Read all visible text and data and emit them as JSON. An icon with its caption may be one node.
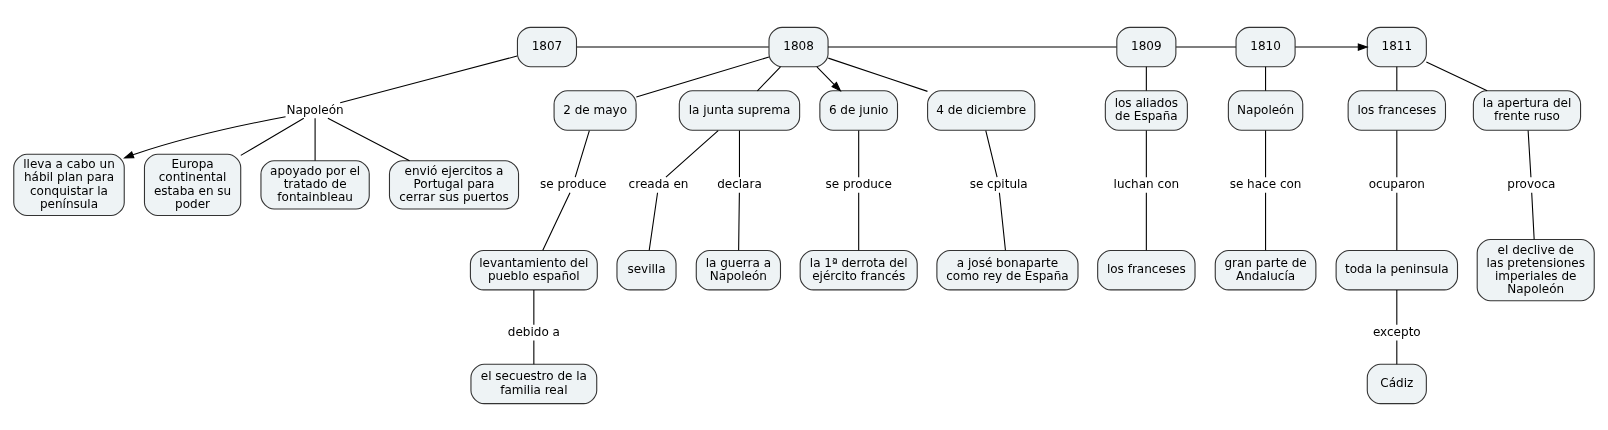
{
  "diagram": {
    "nodes": [
      {
        "text": [
          "1807"
        ]
      },
      {
        "text": [
          "Napoleón"
        ]
      },
      {
        "text": [
          "lleva a cabo un hábil plan para conquistar la península"
        ]
      },
      {
        "text": [
          "Europa continental estaba en su poder"
        ]
      },
      {
        "text": [
          "apoyado por el tratado de fontainbleau"
        ]
      },
      {
        "text": [
          "envió ejercitos a Portugal para cerrar sus puertos"
        ]
      },
      {
        "text": [
          "1808"
        ]
      },
      {
        "text": [
          "2 de mayo"
        ]
      },
      {
        "text": [
          "se produce"
        ]
      },
      {
        "text": [
          "levantamiento del pueblo español"
        ]
      },
      {
        "text": [
          "debido a"
        ]
      },
      {
        "text": [
          "el secuestro de la familia real"
        ]
      },
      {
        "text": [
          "la junta suprema"
        ]
      },
      {
        "text": [
          "creada en"
        ]
      },
      {
        "text": [
          "sevilla"
        ]
      },
      {
        "text": [
          "declara"
        ]
      },
      {
        "text": [
          "la guerra a Napoleón"
        ]
      },
      {
        "text": [
          "6 de junio"
        ]
      },
      {
        "text": [
          "se produce"
        ]
      },
      {
        "text": [
          "la 1ª derrota del ejército francés"
        ]
      },
      {
        "text": [
          "4 de diciembre"
        ]
      },
      {
        "text": [
          "se cpitula"
        ]
      },
      {
        "text": [
          "a josé bonaparte como rey de España"
        ]
      },
      {
        "text": [
          "1809"
        ]
      },
      {
        "text": [
          "los aliados de España"
        ]
      },
      {
        "text": [
          "luchan con"
        ]
      },
      {
        "text": [
          "los franceses"
        ]
      },
      {
        "text": [
          "1810"
        ]
      },
      {
        "text": [
          "Napoleón"
        ]
      },
      {
        "text": [
          "se hace con"
        ]
      },
      {
        "text": [
          "gran parte de Andalucía"
        ]
      },
      {
        "text": [
          "1811"
        ]
      },
      {
        "text": [
          "los franceses"
        ]
      },
      {
        "text": [
          "ocuparon"
        ]
      },
      {
        "text": [
          "toda la peninsula"
        ]
      },
      {
        "text": [
          "excepto"
        ]
      },
      {
        "text": [
          "Cádiz"
        ]
      },
      {
        "text": [
          "la apertura del frente ruso"
        ]
      },
      {
        "text": [
          "provoca"
        ]
      },
      {
        "text": [
          "el declive de las pretensiones imperiales de Napoleón"
        ]
      }
    ],
    "edges": [
      {
        "from": 0,
        "to": 6,
        "arrow": "none"
      },
      {
        "from": 0,
        "to": 1,
        "arrow": "none"
      },
      {
        "from": 1,
        "to": 2,
        "arrow": "to"
      },
      {
        "from": 1,
        "to": 3,
        "arrow": "none"
      },
      {
        "from": 1,
        "to": 4,
        "arrow": "none"
      },
      {
        "from": 1,
        "to": 5,
        "arrow": "none"
      },
      {
        "from": 6,
        "to": 7,
        "arrow": "none"
      },
      {
        "from": 7,
        "to": 8,
        "arrow": "none"
      },
      {
        "from": 8,
        "to": 9,
        "arrow": "none"
      },
      {
        "from": 9,
        "to": 10,
        "arrow": "none"
      },
      {
        "from": 10,
        "to": 11,
        "arrow": "none"
      },
      {
        "from": 6,
        "to": 12,
        "arrow": "none"
      },
      {
        "from": 12,
        "to": 13,
        "arrow": "none"
      },
      {
        "from": 13,
        "to": 14,
        "arrow": "none"
      },
      {
        "from": 12,
        "to": 15,
        "arrow": "none"
      },
      {
        "from": 15,
        "to": 16,
        "arrow": "none"
      },
      {
        "from": 6,
        "to": 17,
        "arrow": "to"
      },
      {
        "from": 17,
        "to": 18,
        "arrow": "none"
      },
      {
        "from": 18,
        "to": 19,
        "arrow": "none"
      },
      {
        "from": 6,
        "to": 20,
        "arrow": "none"
      },
      {
        "from": 20,
        "to": 21,
        "arrow": "none"
      },
      {
        "from": 21,
        "to": 22,
        "arrow": "none"
      },
      {
        "from": 6,
        "to": 23,
        "arrow": "none"
      },
      {
        "from": 23,
        "to": 24,
        "arrow": "none"
      },
      {
        "from": 24,
        "to": 25,
        "arrow": "none"
      },
      {
        "from": 25,
        "to": 26,
        "arrow": "none"
      },
      {
        "from": 23,
        "to": 27,
        "arrow": "none"
      },
      {
        "from": 27,
        "to": 28,
        "arrow": "none"
      },
      {
        "from": 28,
        "to": 29,
        "arrow": "none"
      },
      {
        "from": 29,
        "to": 30,
        "arrow": "none"
      },
      {
        "from": 27,
        "to": 31,
        "arrow": "to"
      },
      {
        "from": 31,
        "to": 32,
        "arrow": "none"
      },
      {
        "from": 32,
        "to": 33,
        "arrow": "none"
      },
      {
        "from": 33,
        "to": 34,
        "arrow": "none"
      },
      {
        "from": 34,
        "to": 35,
        "arrow": "none"
      },
      {
        "from": 35,
        "to": 36,
        "arrow": "none"
      },
      {
        "from": 31,
        "to": 37,
        "arrow": "none"
      },
      {
        "from": 37,
        "to": 38,
        "arrow": "none"
      },
      {
        "from": 38,
        "to": 39,
        "arrow": "none"
      }
    ]
  }
}
